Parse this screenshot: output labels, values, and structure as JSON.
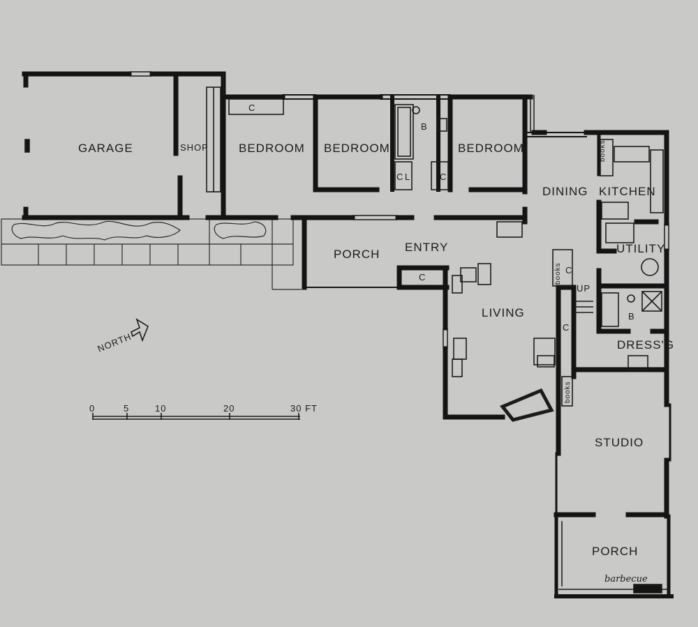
{
  "rooms": {
    "garage": "GARAGE",
    "shop": "SHOP",
    "bedroom1": "BEDROOM",
    "bedroom2": "BEDROOM",
    "bedroom3": "BEDROOM",
    "bath_hall": "B",
    "dining": "DINING",
    "kitchen": "KITCHEN",
    "porch_front": "PORCH",
    "entry": "ENTRY",
    "utility": "UTILITY",
    "living": "LIVING",
    "bath_master": "B",
    "dressing": "DRESS'G",
    "studio": "STUDIO",
    "porch_rear": "PORCH"
  },
  "fixtures": {
    "closet_bedroom1": "C",
    "closet_bath_left": "C",
    "linen": "L",
    "closet_bedroom3": "C",
    "closet_entry": "C",
    "closet_stair": "C",
    "closet_hall": "C",
    "books_kitchen": "books",
    "books_stair": "books",
    "books_studio": "books",
    "stair_up": "UP",
    "barbecue": "barbecue"
  },
  "north": "NORTH",
  "scale": {
    "ticks": [
      "0",
      "5",
      "10",
      "20",
      "30 FT"
    ]
  }
}
